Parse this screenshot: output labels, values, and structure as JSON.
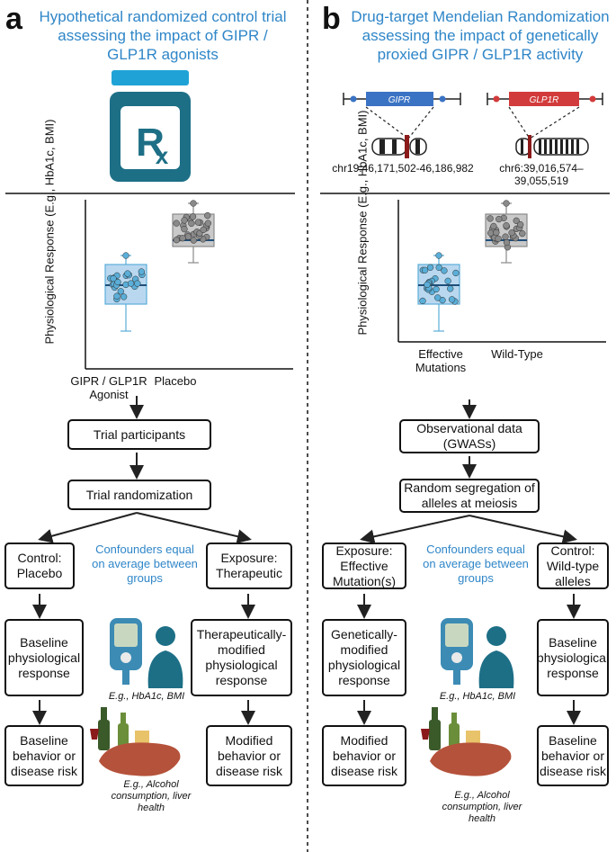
{
  "panel_a": {
    "letter": "a",
    "title": "Hypothetical randomized control trial assessing the impact of GIPR / GLP1R agonists",
    "ylabel": "Physiological Response (E.g., HbA1c, BMI)",
    "categories": [
      "GIPR / GLP1R Agonist",
      "Placebo"
    ],
    "steps": [
      "Trial participants",
      "Trial randomization"
    ],
    "left_branch": [
      "Control: Placebo",
      "Baseline physiological response",
      "Baseline behavior or disease risk"
    ],
    "right_branch": [
      "Exposure: Therapeutic",
      "Therapeutically-modified physiological response",
      "Modified behavior or disease risk"
    ],
    "confounders": "Confounders equal on average between groups",
    "caption_device": "E.g., HbA1c, BMI",
    "caption_liver": "E.g., Alcohol consumption, liver health"
  },
  "panel_b": {
    "letter": "b",
    "title": "Drug-target Mendelian Randomization assessing the impact of genetically proxied GIPR / GLP1R activity",
    "gene1": "GIPR",
    "gene2": "GLP1R",
    "chr1": "chr19:46,171,502-46,186,982",
    "chr2": "chr6:39,016,574–39,055,519",
    "ylabel": "Physiological Response (E.g., HbA1c, BMI)",
    "categories": [
      "Effective Mutations",
      "Wild-Type"
    ],
    "steps": [
      "Observational data (GWASs)",
      "Random segregation of alleles at meiosis"
    ],
    "left_branch": [
      "Exposure: Effective Mutation(s)",
      "Genetically-modified physiological response",
      "Modified behavior or disease risk"
    ],
    "right_branch": [
      "Control: Wild-type alleles",
      "Baseline physiological response",
      "Baseline behavior or disease risk"
    ],
    "confounders": "Confounders equal on average between groups",
    "caption_device": "E.g., HbA1c, BMI",
    "caption_liver": "E.g., Alcohol consumption, liver health"
  },
  "colors": {
    "title_blue": "#2f86c8",
    "treated_box": "#b9d8f0",
    "treated_point": "#5aaed8",
    "control_box": "#c9c9c9",
    "control_point": "#8a8a8a",
    "gipr": "#3b73c4",
    "glp1r": "#d23b3b",
    "rx_dark": "#1d6f86",
    "rx_cap": "#1fa3d6"
  }
}
